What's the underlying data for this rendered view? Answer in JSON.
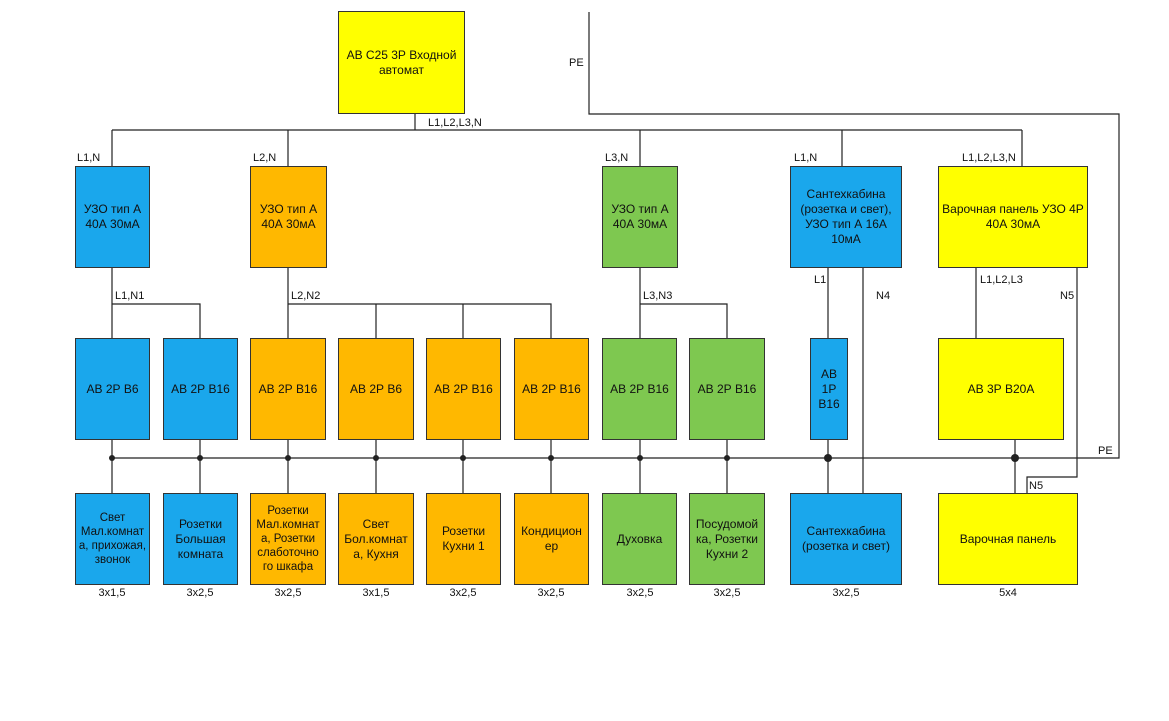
{
  "main_breaker": {
    "label": "АВ С25 3Р Входной автомат"
  },
  "feed_label": "L1,L2,L3,N",
  "pe_top": "PE",
  "pe_right": "PE",
  "rcds": [
    {
      "id": "rcd1",
      "label": "УЗО тип А 40А 30мА",
      "in": "L1,N",
      "out": "L1,N1",
      "color": "#1aa7ec"
    },
    {
      "id": "rcd2",
      "label": "УЗО тип А 40А 30мА",
      "in": "L2,N",
      "out": "L2,N2",
      "color": "#ffb800"
    },
    {
      "id": "rcd3",
      "label": "УЗО тип А 40А 30мА",
      "in": "L3,N",
      "out": "L3,N3",
      "color": "#7ec850"
    },
    {
      "id": "rcd4",
      "label": "Сантехкабина (розетка и свет), УЗО тип А 16А 10мА",
      "in": "L1,N",
      "out_l": "L1",
      "out_n": "N4",
      "color": "#1aa7ec"
    },
    {
      "id": "rcd5",
      "label": "Варочная панель УЗО 4Р 40А 30мА",
      "in": "L1,L2,L3,N",
      "out_l": "L1,L2,L3",
      "out_n": "N5",
      "color": "#ffff00"
    }
  ],
  "breakers": [
    {
      "label": "АВ 2Р В6"
    },
    {
      "label": "АВ 2Р В16"
    },
    {
      "label": "АВ 2Р В16"
    },
    {
      "label": "АВ 2Р В6"
    },
    {
      "label": "АВ 2Р В16"
    },
    {
      "label": "АВ 2Р В16"
    },
    {
      "label": "АВ 2Р В16"
    },
    {
      "label": "АВ 2Р В16"
    },
    {
      "label": "АВ 1Р В16"
    },
    {
      "label": "АВ 3Р В20А"
    }
  ],
  "loads": [
    {
      "label": "Свет Мал.комнат а, прихожая, звонок",
      "cable": "3х1,5"
    },
    {
      "label": "Розетки Большая комната",
      "cable": "3х2,5"
    },
    {
      "label": "Розетки Мал.комнат а, Розетки слаботочно го шкафа",
      "cable": "3х2,5"
    },
    {
      "label": "Свет Бол.комнат а, Кухня",
      "cable": "3х1,5"
    },
    {
      "label": "Розетки Кухни 1",
      "cable": "3х2,5"
    },
    {
      "label": "Кондицион ер",
      "cable": "3х2,5"
    },
    {
      "label": "Духовка",
      "cable": "3х2,5"
    },
    {
      "label": "Посудомой ка, Розетки Кухни 2",
      "cable": "3х2,5"
    },
    {
      "label": "Сантехкабина (розетка и свет)",
      "cable": "3х2,5"
    },
    {
      "label": "Варочная панель",
      "cable": "5х4"
    }
  ],
  "n5_bottom": "N5"
}
